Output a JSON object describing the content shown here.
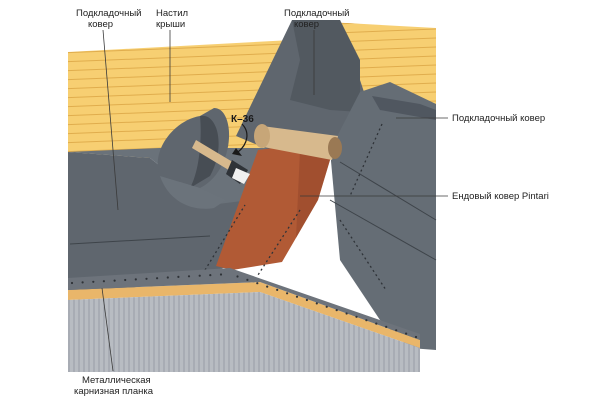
{
  "labels": {
    "underlay_left_1": "Подкладочный",
    "underlay_left_2": "ковер",
    "deck_1": "Настил",
    "deck_2": "крыши",
    "underlay_top_1": "Подкладочный",
    "underlay_top_2": "ковер",
    "underlay_right": "Подкладочный ковер",
    "valley_carpet": "Ендовый ковер Pintari",
    "drip_edge_1": "Металлическая",
    "drip_edge_2": "карнизная планка",
    "adhesive_tag": "К–36"
  },
  "colors": {
    "wood_deck": "#f7cf72",
    "wood_lines": "#e0ad4d",
    "underlay": "#5f666e",
    "underlay_dark": "#474d54",
    "underlay_light": "#78808a",
    "valley_carpet": "#b15a35",
    "valley_carpet_dark": "#8e4327",
    "metal_wall": "#b8bcc2",
    "metal_ribs": "#9aa0a8",
    "drip_edge": "#6d737b",
    "eave_wood": "#e9b66a",
    "roll_paper": "#d7b98d",
    "leader": "#3a3a3a"
  }
}
